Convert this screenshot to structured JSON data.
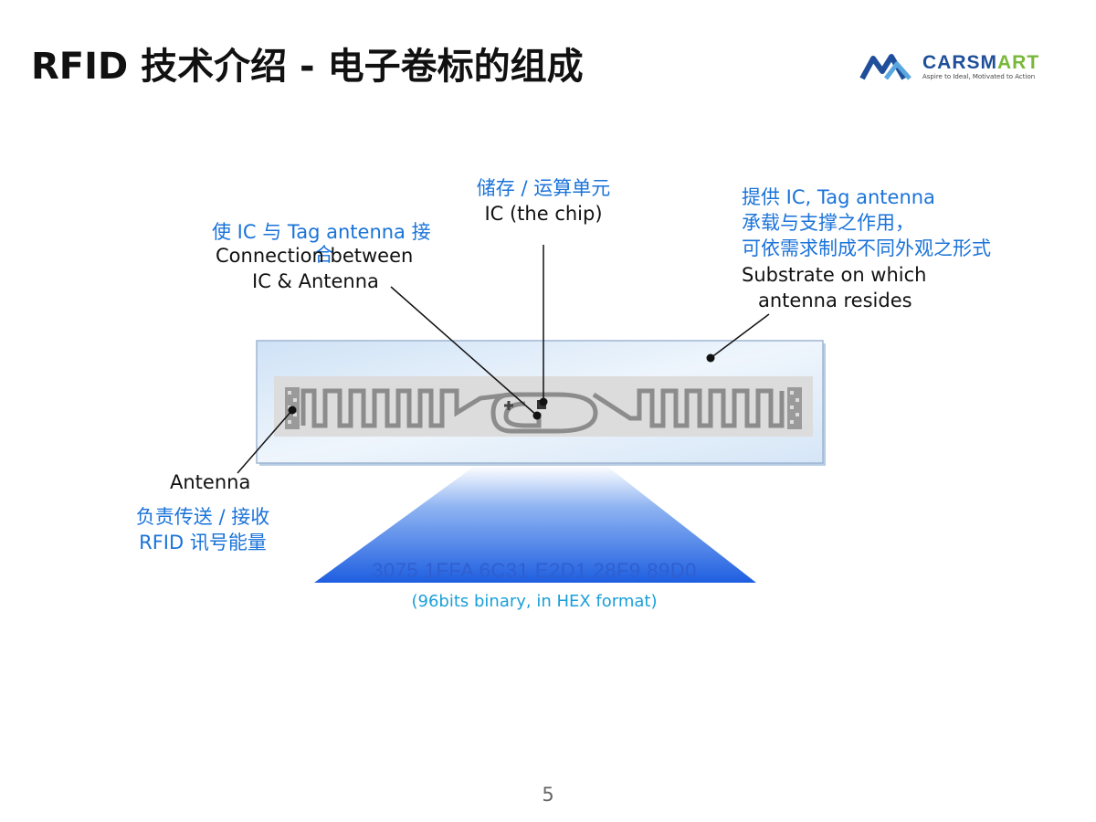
{
  "title": "RFID 技术介绍 - 电子卷标的组成",
  "logo": {
    "brand_main": "CARSM",
    "brand_accent": "ART",
    "tagline": "Aspire to Ideal, Motivated to Action"
  },
  "labels": {
    "chip_cn": "储存 / 运算单元",
    "chip_en": "IC (the chip)",
    "connection_cn_1": "使 IC 与 Tag antenna 接",
    "connection_cn_2": "合",
    "connection_en_1": "Connection between",
    "connection_en_2": "IC & Antenna",
    "substrate_cn_1": "提供 IC, Tag antenna",
    "substrate_cn_2": "承载与支撑之作用，",
    "substrate_cn_3": "可依需求制成不同外观之形式",
    "substrate_en_1": "Substrate on which",
    "substrate_en_2": "antenna resides",
    "antenna_en": "Antenna",
    "antenna_cn_1": "负责传送 / 接收",
    "antenna_cn_2": "RFID 讯号能量"
  },
  "hex": {
    "value": "3075 1FFA 6C31 E2D1 28F9 89D0",
    "note": "(96bits binary, in HEX format)"
  },
  "page_number": "5",
  "colors": {
    "label_blue": "#1a73d9",
    "hex_blue": "#2f5fd0",
    "note_blue": "#1a9fd9",
    "beam": "#1e5ee0"
  }
}
